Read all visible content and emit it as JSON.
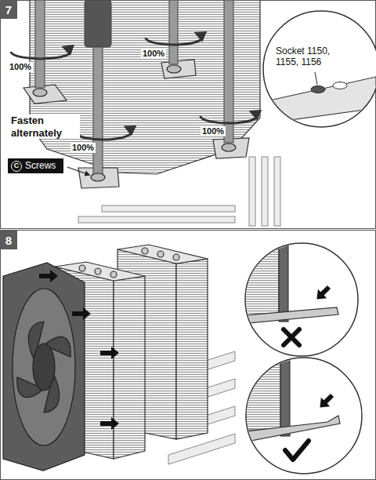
{
  "diagram": {
    "nodes": [
      {
        "text": [
          "7"
        ]
      },
      {
        "text": [
          "Socket 1150, 1155, 1156"
        ]
      },
      {
        "text": [
          "Screws"
        ]
      },
      {
        "text": [
          "C"
        ],
        "in": 2
      },
      {
        "text": [
          "8"
        ]
      }
    ],
    "labels": [
      "100%",
      "100%",
      "Fasten alternately",
      "100%",
      "100%"
    ]
  }
}
